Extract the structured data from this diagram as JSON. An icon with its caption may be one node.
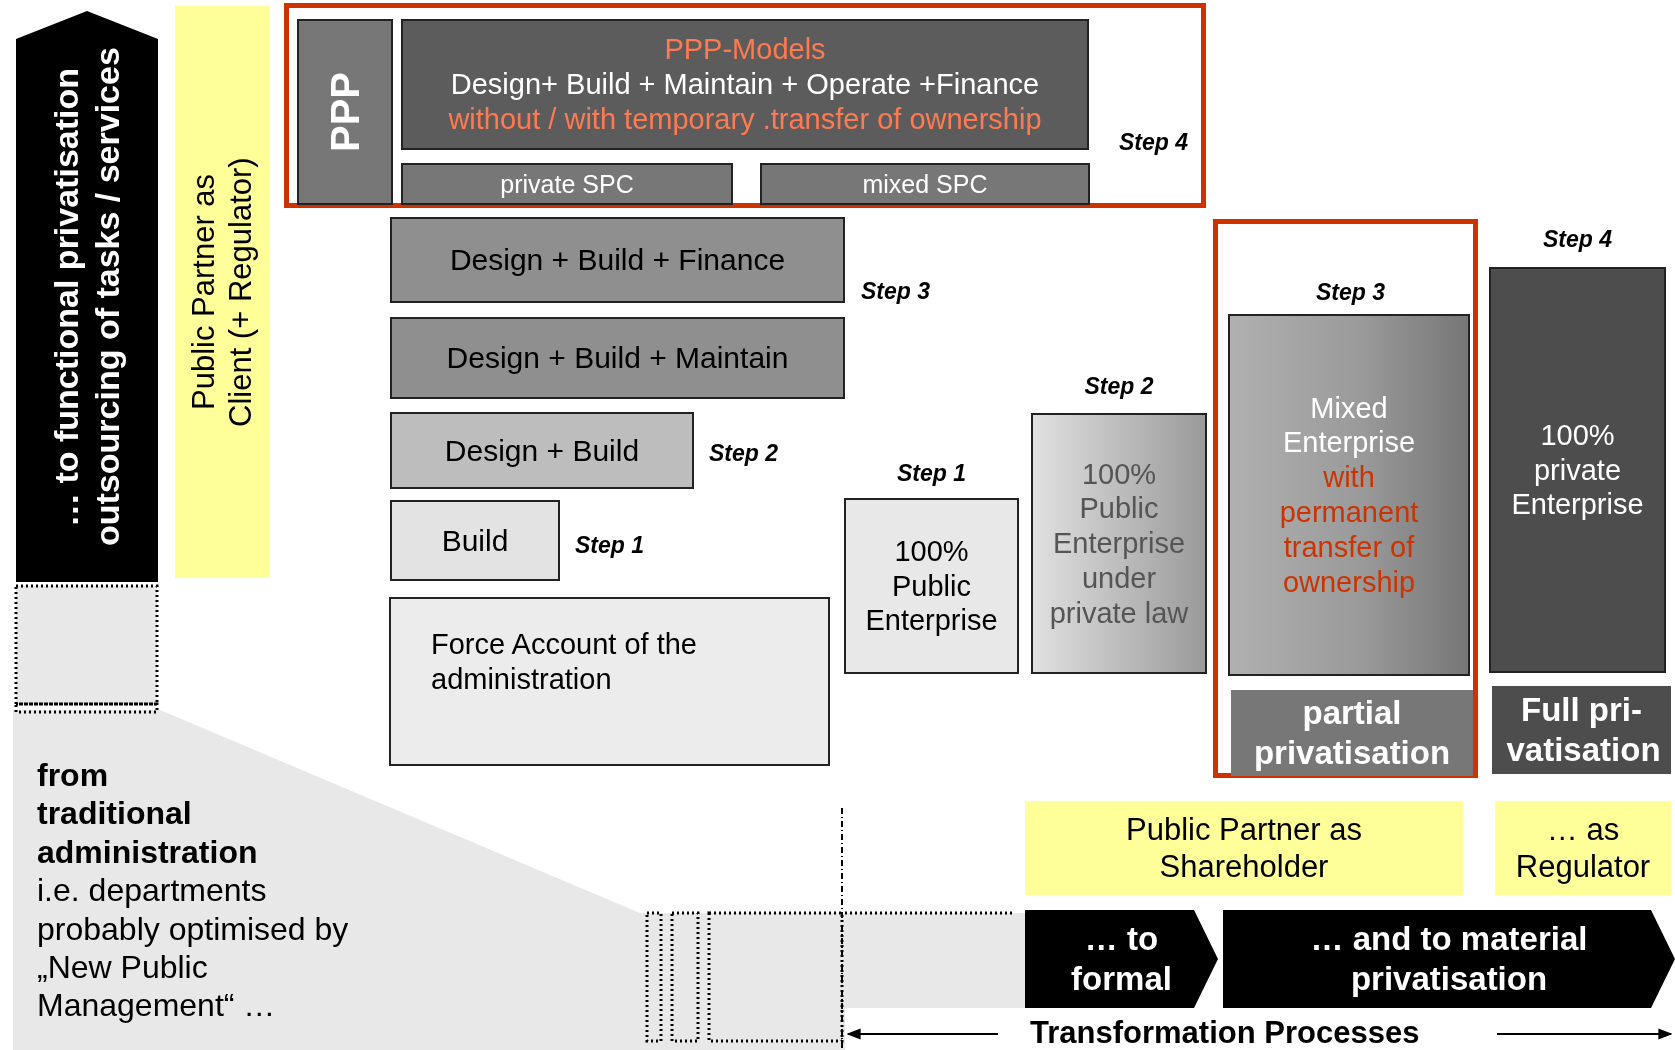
{
  "diagram": {
    "nodes": [
      {
        "text": [
          "Step 4"
        ]
      },
      {
        "text": [
          "PPP"
        ],
        "in": 0
      },
      {
        "text": [
          "PPP-Models",
          "Design+ Build + Maintain + Operate +Finance",
          "without / with temporary .transfer of ownership"
        ],
        "in": 0
      },
      {
        "text": [
          "private SPC"
        ],
        "in": 0
      },
      {
        "text": [
          "mixed SPC"
        ],
        "in": 0
      },
      {
        "text": [
          "Design + Build + Finance"
        ],
        "beside": [
          "Step 3"
        ]
      },
      {
        "text": [
          "Design + Build + Maintain"
        ]
      },
      {
        "text": [
          "Design + Build"
        ],
        "beside": [
          "Step 2"
        ]
      },
      {
        "text": [
          "Build"
        ],
        "beside": [
          "Step 1"
        ]
      },
      {
        "text": [
          "Force Account of the administration"
        ]
      },
      {
        "text": [
          "100% Public Enterprise"
        ],
        "beside": [
          "Step 1"
        ]
      },
      {
        "text": [
          "100% Public Enterprise under private law"
        ],
        "beside": [
          "Step 2"
        ]
      },
      {
        "text": [
          "Step 3"
        ]
      },
      {
        "text": [
          "Mixed Enterprise",
          "with permanent transfer of ownership"
        ],
        "in": 12
      },
      {
        "text": [
          "partial privatisation"
        ],
        "in": 12
      },
      {
        "text": [
          "100% private Enterprise"
        ],
        "beside": [
          "Step 4"
        ]
      },
      {
        "text": [
          "Full pri-vatisation"
        ]
      },
      {
        "text": [
          "… to functional privatisation outsourcing of  tasks / services"
        ]
      },
      {
        "text": [
          "Public Partner as Client (+ Regulator)"
        ]
      },
      {
        "text": [
          "from traditional administration",
          "i.e. departments probably optimised by „New Public Management“ …"
        ]
      },
      {
        "text": [
          "Public Partner as Shareholder"
        ]
      },
      {
        "text": [
          "… as Regulator"
        ]
      },
      {
        "text": [
          "… to formal"
        ]
      },
      {
        "text": [
          "… and to material privatisation"
        ]
      }
    ],
    "labels": [
      "Transformation Processes"
    ]
  }
}
